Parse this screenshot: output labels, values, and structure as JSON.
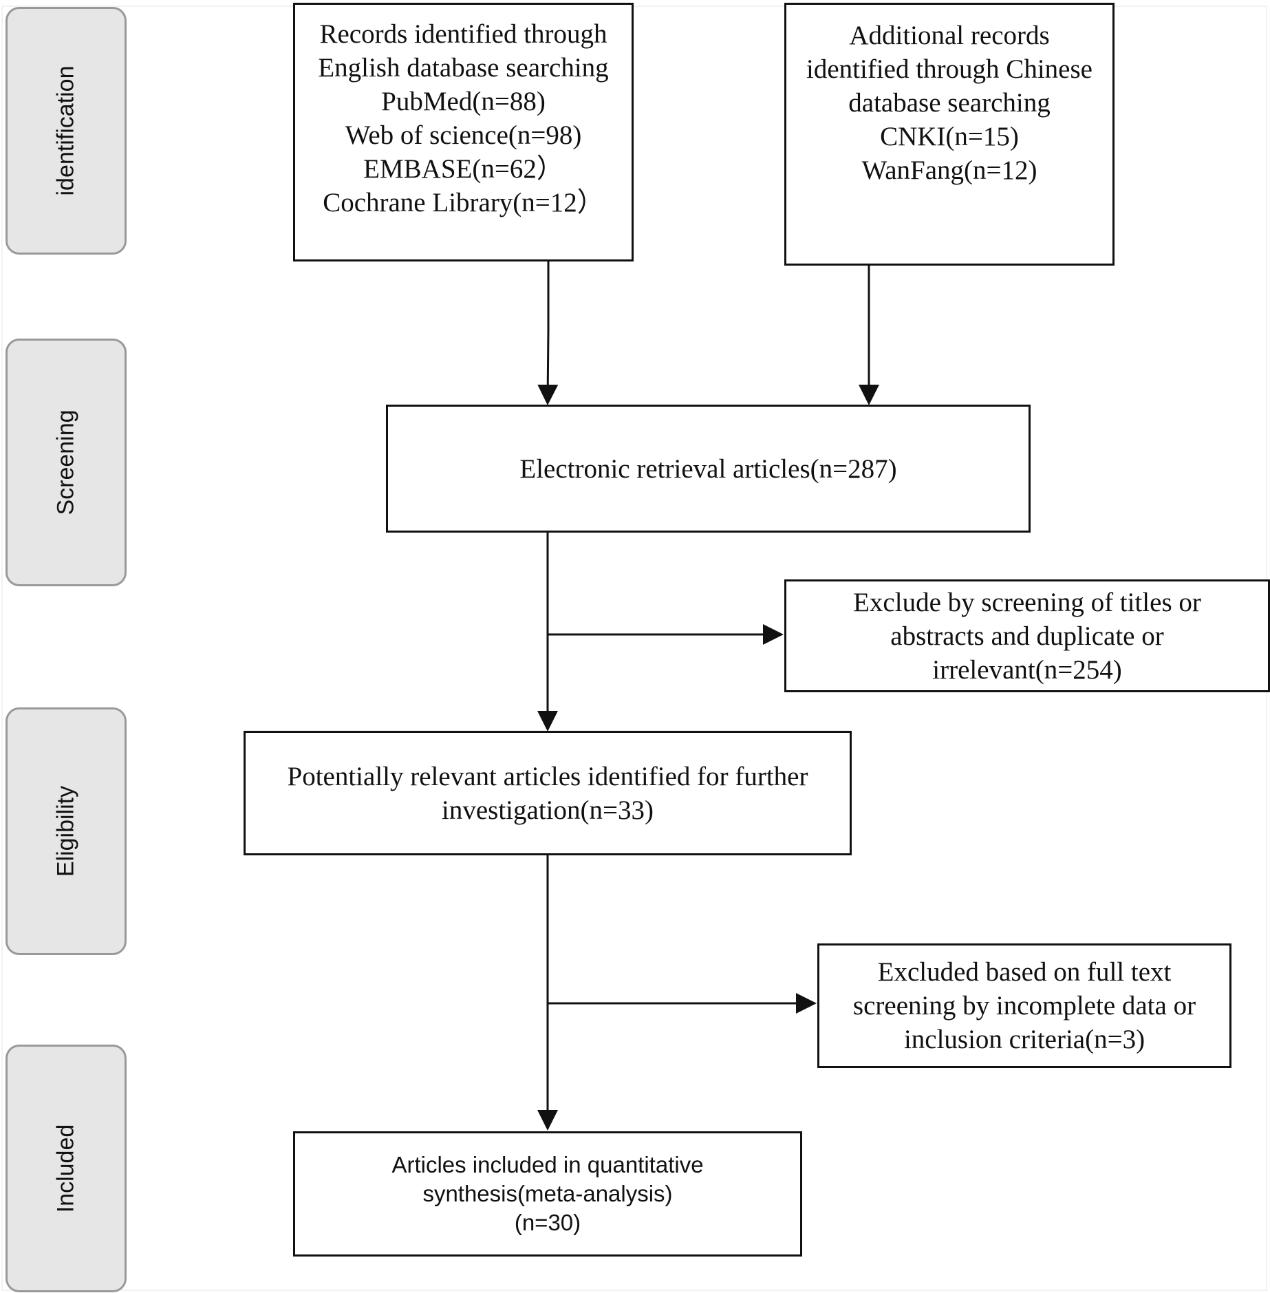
{
  "phases": {
    "identification": "identification",
    "screening": "Screening",
    "eligibility": "Eligibility",
    "included": "Included"
  },
  "boxes": {
    "english_search": [
      "Records identified through",
      "English database searching",
      "PubMed(n=88)",
      "Web of science(n=98)",
      "EMBASE(n=62）",
      "Cochrane Library(n=12）"
    ],
    "chinese_search": [
      "Additional records",
      "identified through Chinese",
      "database searching",
      "CNKI(n=15)",
      "WanFang(n=12)"
    ],
    "electronic_retrieval": [
      "Electronic retrieval articles(n=287)"
    ],
    "exclude_screening": [
      "Exclude by screening of titles or",
      "abstracts and duplicate or",
      "irrelevant(n=254)"
    ],
    "potentially_relevant": [
      "Potentially relevant articles identified for further",
      "investigation(n=33)"
    ],
    "excluded_full_text": [
      "Excluded based on full text",
      "screening by incomplete data or",
      "inclusion criteria(n=3)"
    ],
    "included_articles": [
      "Articles included in quantitative",
      "synthesis(meta-analysis)",
      "(n=30)"
    ]
  },
  "colors": {
    "line": "#111111",
    "phase_fill": "#e6e6e6",
    "phase_border": "#999999"
  }
}
